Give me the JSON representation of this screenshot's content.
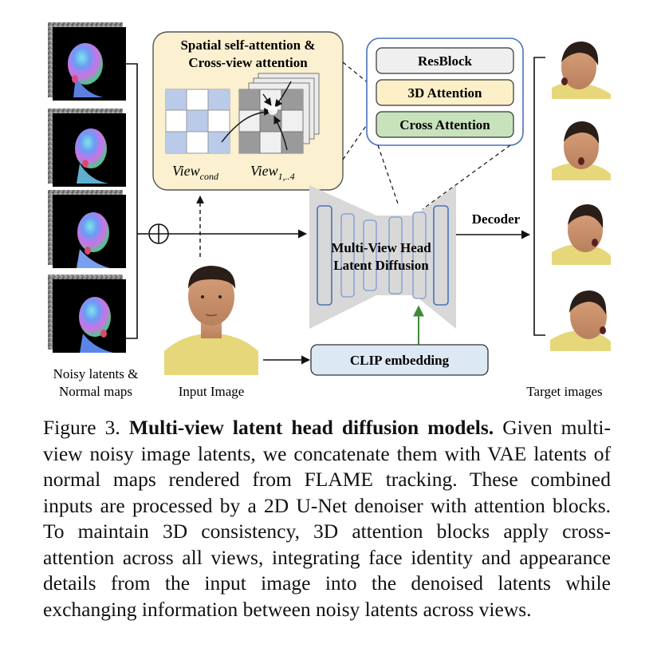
{
  "figure": {
    "attention_box": {
      "title_line1": "Spatial self-attention &",
      "title_line2": "Cross-view attention",
      "view_cond_main": "View",
      "view_cond_sub": "cond",
      "view_multi_main": "View",
      "view_multi_sub": "1,..4"
    },
    "block_stack": [
      "ResBlock",
      "3D Attention",
      "Cross Attention"
    ],
    "unet_label_line1": "Multi-View Head",
    "unet_label_line2": "Latent Diffusion",
    "clip_label": "CLIP embedding",
    "decoder_label": "Decoder",
    "input_label_line1": "Noisy latents &",
    "input_label_line2": "Normal maps",
    "input_image_label": "Input Image",
    "target_label": "Target images",
    "concat_symbol": "⊕",
    "colors": {
      "attention_box_fill": "#fbf0cf",
      "block_border": "#4a72b8",
      "resblock_fill": "#efefef",
      "attention3d_fill": "#fdf0c8",
      "cross_fill": "#c8e2bc",
      "clip_fill": "#dde8f5",
      "unet_fill": "#d8d8d8",
      "green_arrow": "#3f8a3a"
    }
  },
  "caption": {
    "label": "Figure 3. ",
    "title": "Multi-view latent head diffusion models.",
    "body": " Given multi-view noisy image latents, we concatenate them with VAE latents of normal maps rendered from FLAME tracking.  These combined inputs are processed by a 2D U-Net denoiser with attention blocks.  To maintain 3D consistency, 3D attention blocks apply cross-attention across all views, integrating face identity and appearance details from the input image into the denoised latents while exchanging information between noisy latents across views."
  }
}
